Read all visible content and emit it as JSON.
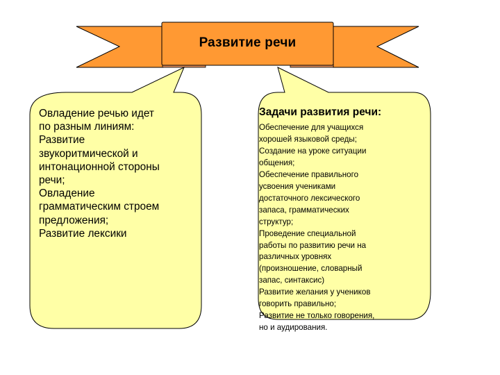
{
  "colors": {
    "ribbon_fill": "#FF9933",
    "ribbon_fold": "#D98A5A",
    "callout_fill": "#FFFFA6",
    "outline": "#000000"
  },
  "banner": {
    "title": "Развитие речи"
  },
  "left_callout": {
    "text": "Овладение речью идет\nпо разным линиям:\nРазвитие\nзвукоритмической и\nинтонационной стороны\nречи;\nОвладение\nграмматическим строем\nпредложения;\nРазвитие лексики"
  },
  "right_callout": {
    "title": "Задачи развития речи:",
    "items": [
      "Обеспечение для учащихся\nхорошей языковой среды;",
      "Создание на уроке ситуации\nобщения;",
      "Обеспечение правильного\nусвоения учениками\nдостаточного лексического\nзапаса, грамматических\nструктур;",
      "Проведение специальной\nработы по развитию речи  на\nразличных уровнях\n(произношение, словарный\nзапас, синтаксис)",
      "Развитие желания у учеников\nговорить правильно;",
      "Развитие не только говорения,\nно и аудирования."
    ]
  }
}
